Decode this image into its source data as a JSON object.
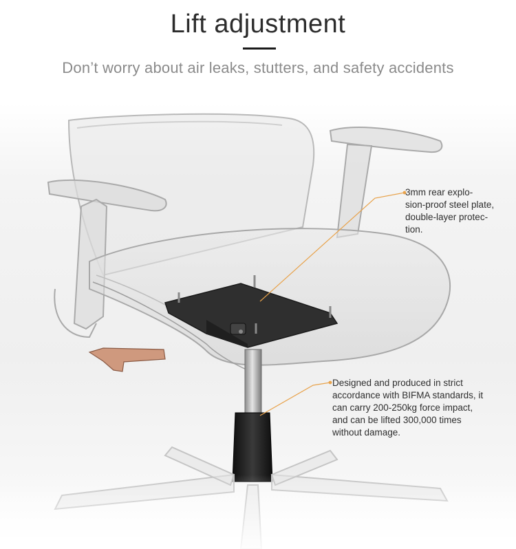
{
  "header": {
    "title": "Lift adjustment",
    "subtitle": "Don’t worry about air leaks, stutters, and safety accidents"
  },
  "callouts": {
    "plate": {
      "lines": [
        "3mm rear explo-",
        "sion-proof steel plate,",
        "double-layer protec-",
        "tion."
      ]
    },
    "lift": {
      "lines": [
        "Designed and produced in strict",
        "accordance with BIFMA standards, it",
        "can carry 200-250kg force impact,",
        "and can be lifted 300,000 times",
        "without damage."
      ]
    }
  },
  "colors": {
    "accent_line": "#e8a24a",
    "plate": "#2f2f2f",
    "lever": "#c98a6a"
  }
}
